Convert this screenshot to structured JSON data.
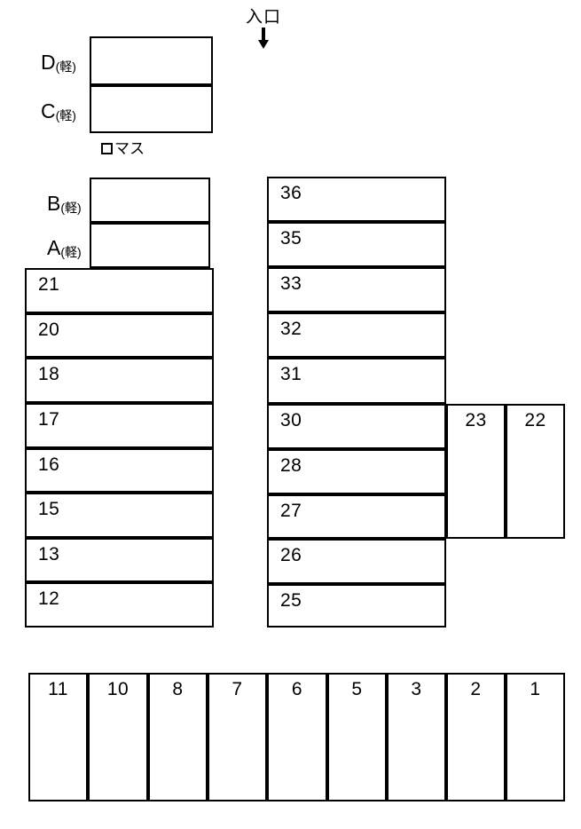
{
  "diagram": {
    "title": "parking-lot-layout",
    "entrance": {
      "label": "入口",
      "arrow": "↓",
      "arrow_icon_name": "down-arrow-icon"
    },
    "legend": {
      "symbol": "□",
      "text": "マス"
    },
    "kei_suffix": "(軽)",
    "groups": {
      "top_left": {
        "name": "dc-block",
        "stalls": [
          {
            "label": "D",
            "kei": "(軽)",
            "side_label": true
          },
          {
            "label": "C",
            "kei": "(軽)",
            "side_label": true
          }
        ]
      },
      "mid_left_ba": {
        "name": "ba-block",
        "stalls": [
          {
            "label": "B",
            "kei": "(軽)",
            "side_label": true
          },
          {
            "label": "A",
            "kei": "(軽)",
            "side_label": true
          }
        ]
      },
      "left_column": {
        "name": "left-numbered-column",
        "stalls": [
          "21",
          "20",
          "18",
          "17",
          "16",
          "15",
          "13",
          "12"
        ]
      },
      "right_column": {
        "name": "right-numbered-column",
        "stalls": [
          "36",
          "35",
          "33",
          "32",
          "31",
          "30",
          "28",
          "27",
          "26",
          "25"
        ]
      },
      "far_right": {
        "name": "far-right-block",
        "stalls": [
          "23",
          "22"
        ]
      },
      "bottom_row": {
        "name": "bottom-numbered-row",
        "stalls": [
          "11",
          "10",
          "8",
          "7",
          "6",
          "5",
          "3",
          "2",
          "1"
        ]
      }
    },
    "colors": {
      "line": "#000000",
      "fill": "#ffffff",
      "text": "#000000"
    }
  }
}
